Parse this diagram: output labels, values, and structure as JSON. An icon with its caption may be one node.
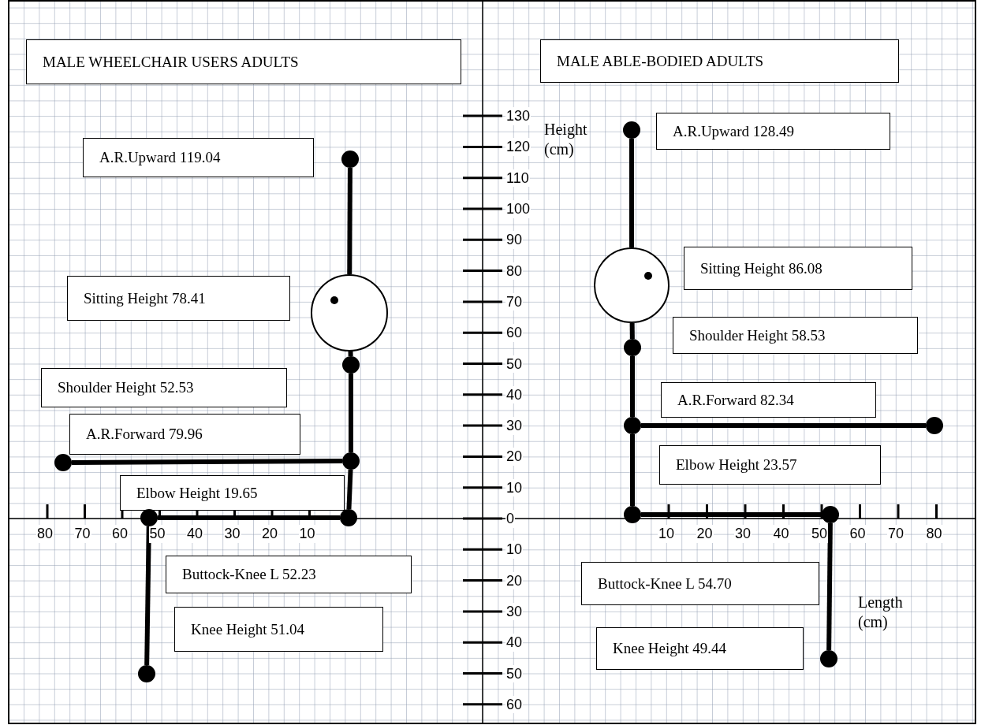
{
  "diagram": {
    "nodes": [
      {
        "text": [
          "MALE WHEELCHAIR USERS ADULTS"
        ]
      },
      {
        "text": [
          "MALE ABLE-BODIED ADULTS"
        ]
      },
      {
        "text": [
          "A.R.Upward 119.04"
        ]
      },
      {
        "text": [
          "Sitting Height 78.41"
        ]
      },
      {
        "text": [
          "Shoulder Height 52.53"
        ]
      },
      {
        "text": [
          "A.R.Forward 79.96"
        ]
      },
      {
        "text": [
          "Elbow Height 19.65"
        ]
      },
      {
        "text": [
          "Buttock-Knee L 52.23"
        ]
      },
      {
        "text": [
          "Knee Height 51.04"
        ]
      },
      {
        "text": [
          "A.R.Upward 128.49"
        ]
      },
      {
        "text": [
          "Sitting Height 86.08"
        ]
      },
      {
        "text": [
          "Shoulder Height 58.53"
        ]
      },
      {
        "text": [
          "A.R.Forward 82.34"
        ]
      },
      {
        "text": [
          "Elbow Height 23.57"
        ]
      },
      {
        "text": [
          "Buttock-Knee L 54.70"
        ]
      },
      {
        "text": [
          "Knee Height 49.44"
        ]
      },
      {
        "text": [],
        "shape": "circle"
      },
      {
        "text": [],
        "shape": "circle"
      },
      {
        "text": [],
        "shape": "circle",
        "in": 17
      },
      {
        "text": [],
        "shape": "circle"
      },
      {
        "text": [],
        "shape": "circle"
      },
      {
        "text": [],
        "shape": "circle"
      },
      {
        "text": [],
        "shape": "circle"
      },
      {
        "text": [],
        "shape": "circle"
      },
      {
        "text": [],
        "shape": "circle"
      },
      {
        "text": [],
        "shape": "circle"
      },
      {
        "text": [],
        "shape": "circle"
      },
      {
        "text": [],
        "shape": "circle",
        "in": 26
      },
      {
        "text": [],
        "shape": "circle"
      },
      {
        "text": [],
        "shape": "circle"
      },
      {
        "text": [],
        "shape": "circle"
      },
      {
        "text": [],
        "shape": "circle"
      },
      {
        "text": [],
        "shape": "circle"
      },
      {
        "text": [],
        "shape": "circle"
      }
    ],
    "edges": [
      {
        "from": 16,
        "to": 17,
        "arrow": "none"
      },
      {
        "from": 17,
        "to": 19,
        "arrow": "none"
      },
      {
        "from": 19,
        "to": 20,
        "arrow": "none"
      },
      {
        "from": 20,
        "to": 21,
        "arrow": "none"
      },
      {
        "from": 20,
        "to": 22,
        "arrow": "none"
      },
      {
        "from": 22,
        "to": 23,
        "arrow": "none"
      },
      {
        "from": 23,
        "to": 24,
        "arrow": "none"
      },
      {
        "from": 25,
        "to": 26,
        "arrow": "none"
      },
      {
        "from": 26,
        "to": 28,
        "arrow": "none"
      },
      {
        "from": 28,
        "to": 29,
        "arrow": "none"
      },
      {
        "from": 29,
        "to": 30,
        "arrow": "none"
      },
      {
        "from": 29,
        "to": 31,
        "arrow": "none"
      },
      {
        "from": 31,
        "to": 32,
        "arrow": "none"
      },
      {
        "from": 32,
        "to": 33,
        "arrow": "none"
      }
    ],
    "labels": [
      "130",
      "120",
      "110",
      "100",
      "90",
      "80",
      "70",
      "60",
      "50",
      "40",
      "30",
      "20",
      "10",
      "0",
      "10",
      "20",
      "30",
      "40",
      "50",
      "60",
      "80",
      "70",
      "60",
      "50",
      "40",
      "30",
      "20",
      "10",
      "10",
      "20",
      "30",
      "40",
      "50",
      "60",
      "70",
      "80",
      "Height (cm)",
      "Length (cm)"
    ]
  }
}
